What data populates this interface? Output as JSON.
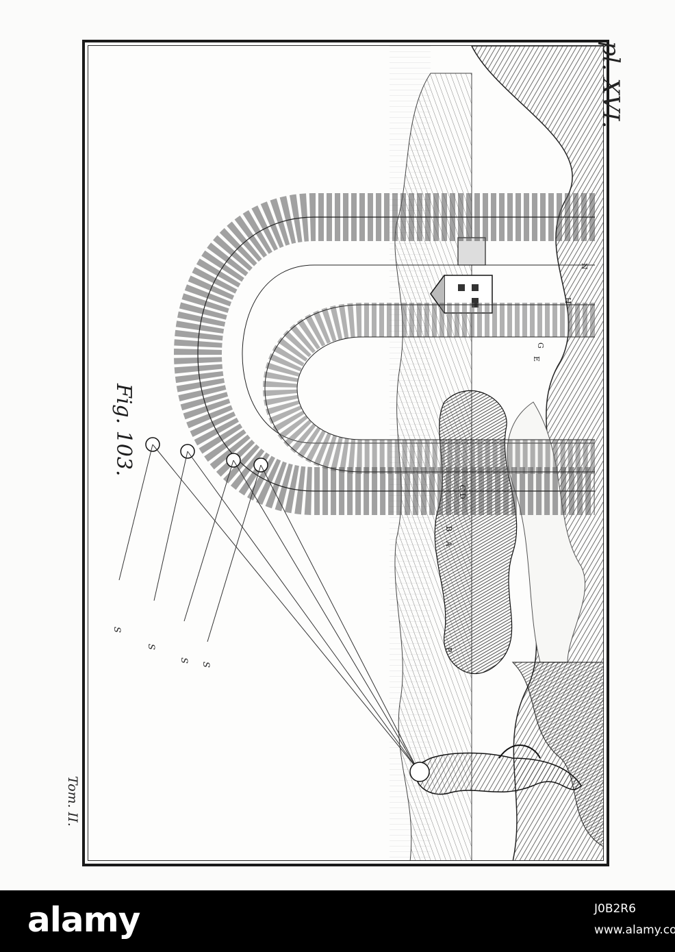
{
  "plate": {
    "number": "pl. XVI.",
    "volume": "Tom. II.",
    "figure": "Fig. 103."
  },
  "ray_letters": [
    "S",
    "S",
    "S",
    "S"
  ],
  "ground_letters": {
    "p": "P",
    "a": "A",
    "b": "B",
    "c": "C",
    "d": "D",
    "e": "E",
    "g": "G",
    "h": "H",
    "n": "N"
  },
  "watermark": {
    "logo": "alamy",
    "image_id": "J0B2R6",
    "url": "www.alamy.com"
  },
  "colors": {
    "ink": "#1a1a1a",
    "paper": "#fdfdfc",
    "watermark_bar": "#000000"
  }
}
